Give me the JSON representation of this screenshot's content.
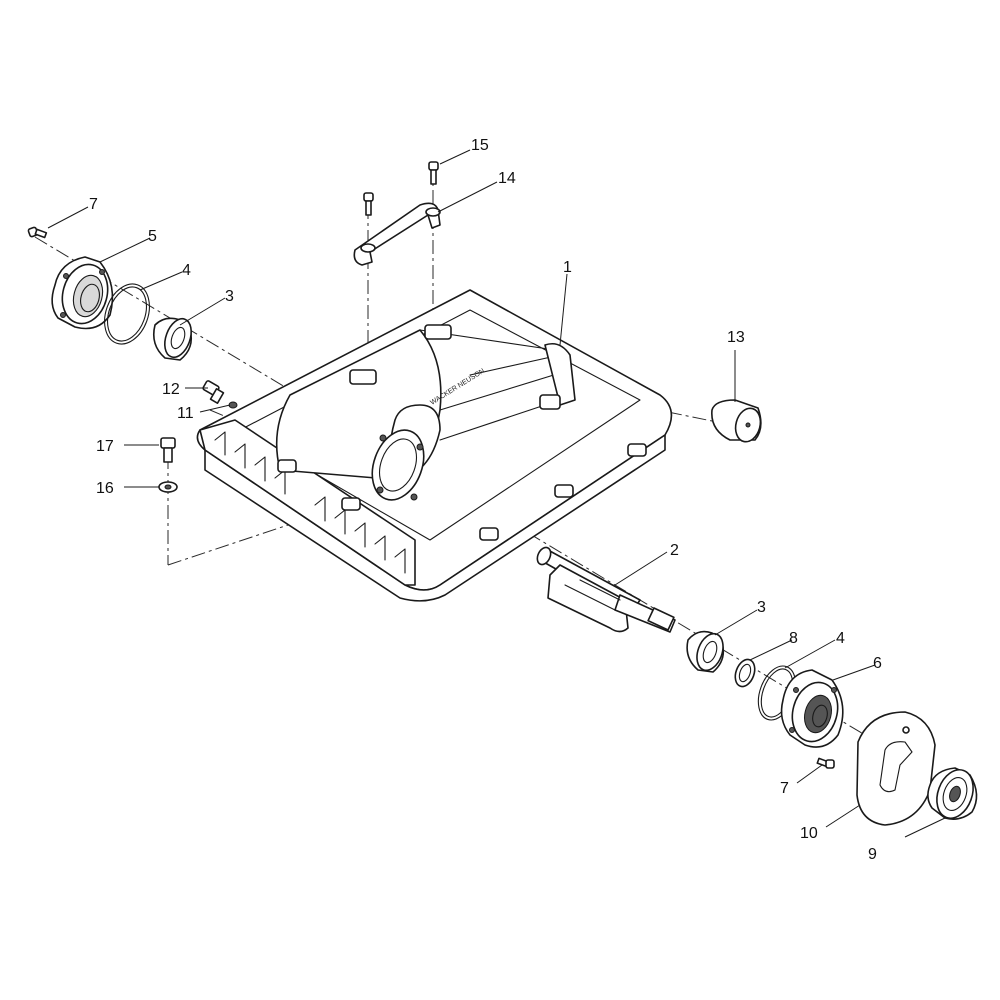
{
  "diagram": {
    "callouts": [
      {
        "id": "c1",
        "label": "1"
      },
      {
        "id": "c2",
        "label": "2"
      },
      {
        "id": "c3a",
        "label": "3"
      },
      {
        "id": "c3b",
        "label": "3"
      },
      {
        "id": "c4a",
        "label": "4"
      },
      {
        "id": "c4b",
        "label": "4"
      },
      {
        "id": "c5",
        "label": "5"
      },
      {
        "id": "c6",
        "label": "6"
      },
      {
        "id": "c7a",
        "label": "7"
      },
      {
        "id": "c7b",
        "label": "7"
      },
      {
        "id": "c8",
        "label": "8"
      },
      {
        "id": "c9",
        "label": "9"
      },
      {
        "id": "c10",
        "label": "10"
      },
      {
        "id": "c11",
        "label": "11"
      },
      {
        "id": "c12",
        "label": "12"
      },
      {
        "id": "c13",
        "label": "13"
      },
      {
        "id": "c14",
        "label": "14"
      },
      {
        "id": "c15",
        "label": "15"
      },
      {
        "id": "c16",
        "label": "16"
      },
      {
        "id": "c17",
        "label": "17"
      }
    ],
    "emboss_text": "WACKER NEUSON"
  }
}
